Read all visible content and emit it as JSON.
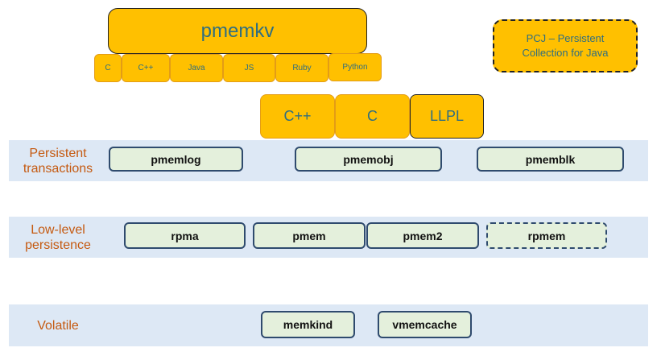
{
  "colors": {
    "band_bg": "#dde8f5",
    "band_label": "#c55a11",
    "lib_fill": "#e4f0dc",
    "lib_border": "#2f4b6e",
    "gold_fill": "#ffc000",
    "gold_text": "#2f6e80"
  },
  "top": {
    "pmemkv": {
      "title": "pmemkv",
      "languages": [
        "C",
        "C++",
        "Java",
        "JS",
        "Ruby",
        "Python"
      ]
    },
    "pcj": {
      "line1": "PCJ – Persistent",
      "line2": "Collection for Java"
    },
    "bindings": [
      "C++",
      "C",
      "LLPL"
    ]
  },
  "layers": [
    {
      "label_line1": "Persistent",
      "label_line2": "transactions",
      "libraries": [
        {
          "name": "pmemlog",
          "dashed": false
        },
        {
          "name": "pmemobj",
          "dashed": false
        },
        {
          "name": "pmemblk",
          "dashed": false
        }
      ]
    },
    {
      "label_line1": "Low-level",
      "label_line2": "persistence",
      "libraries": [
        {
          "name": "rpma",
          "dashed": false
        },
        {
          "name": "pmem",
          "dashed": false
        },
        {
          "name": "pmem2",
          "dashed": false
        },
        {
          "name": "rpmem",
          "dashed": true
        }
      ]
    },
    {
      "label_line1": "Volatile",
      "libraries": [
        {
          "name": "memkind",
          "dashed": false
        },
        {
          "name": "vmemcache",
          "dashed": false
        }
      ]
    }
  ]
}
